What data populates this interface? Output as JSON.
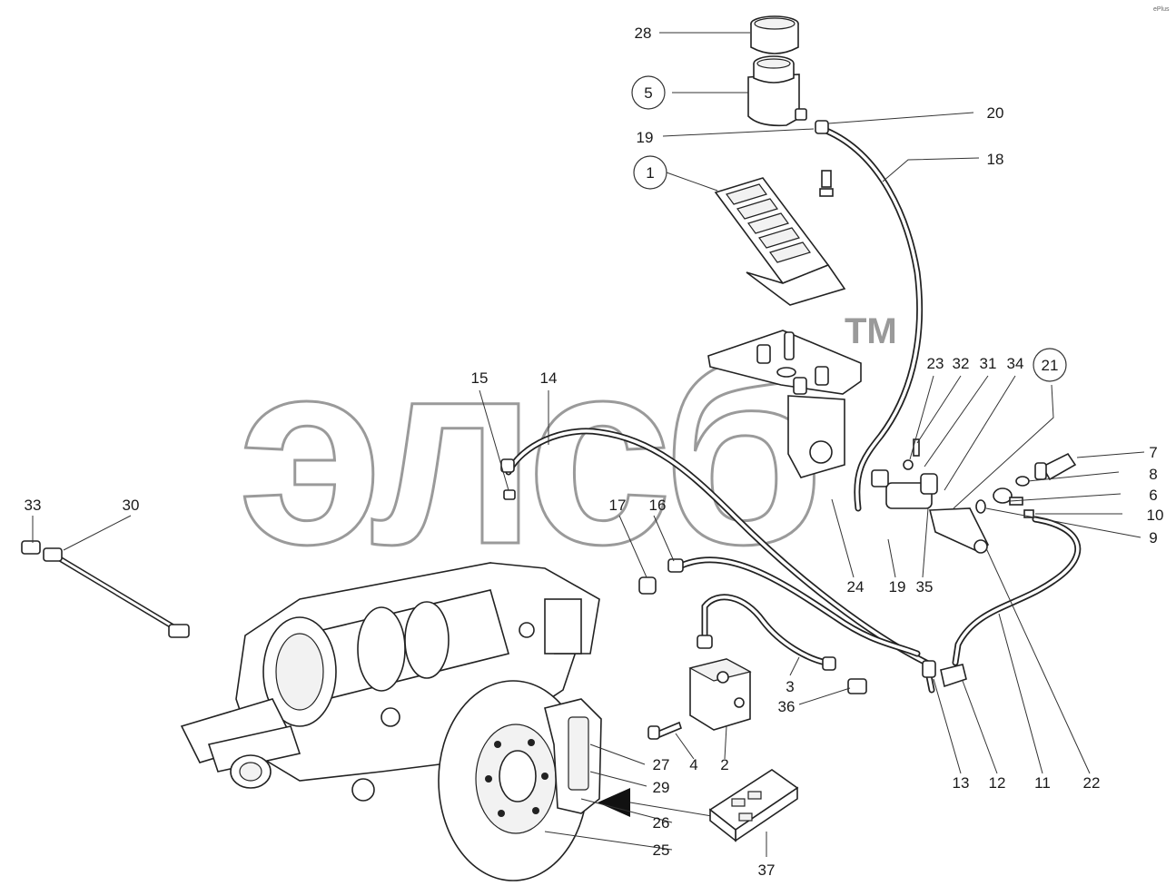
{
  "watermark": {
    "text": "элсб",
    "trademark": "TM"
  },
  "corner_mark": "ePlus",
  "callouts": {
    "c28": "28",
    "c5": "5",
    "c19a": "19",
    "c20": "20",
    "c18": "18",
    "c1": "1",
    "c23": "23",
    "c32": "32",
    "c31": "31",
    "c34": "34",
    "c21": "21",
    "c15": "15",
    "c14": "14",
    "c7": "7",
    "c8": "8",
    "c6": "6",
    "c10": "10",
    "c9": "9",
    "c33": "33",
    "c30": "30",
    "c17": "17",
    "c16": "16",
    "c24": "24",
    "c19b": "19",
    "c35": "35",
    "c3": "3",
    "c36": "36",
    "c4": "4",
    "c2": "2",
    "c27": "27",
    "c29": "29",
    "c26": "26",
    "c25": "25",
    "c37": "37",
    "c13": "13",
    "c12": "12",
    "c11": "11",
    "c22": "22"
  }
}
